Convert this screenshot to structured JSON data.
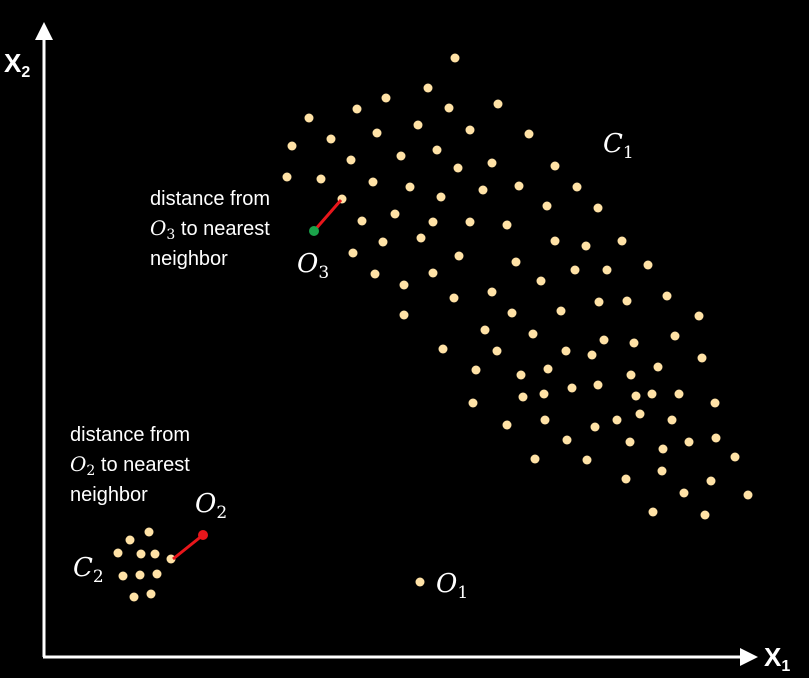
{
  "axes": {
    "x_label": "X",
    "x_sub": "1",
    "y_label": "X",
    "y_sub": "2"
  },
  "colors": {
    "background": "#000000",
    "axis": "#ffffff",
    "point": "#ffe2a6",
    "outlier_o2": "#e8161b",
    "outlier_o3": "#1aa34a",
    "link": "#e8161b",
    "text": "#ffffff"
  },
  "clusters": {
    "c1": {
      "name": "C",
      "sub": "1"
    },
    "c2": {
      "name": "C",
      "sub": "2"
    }
  },
  "outliers": {
    "o1": {
      "name": "O",
      "sub": "1"
    },
    "o2": {
      "name": "O",
      "sub": "2"
    },
    "o3": {
      "name": "O",
      "sub": "3"
    }
  },
  "annotations": {
    "o3_note": {
      "line1": "distance from",
      "line2_math": "O",
      "line2_sub": "3",
      "line2_rest": " to nearest",
      "line3": "neighbor"
    },
    "o2_note": {
      "line1": "distance from",
      "line2_math": "O",
      "line2_sub": "2",
      "line2_rest": " to nearest",
      "line3": "neighbor"
    }
  }
}
